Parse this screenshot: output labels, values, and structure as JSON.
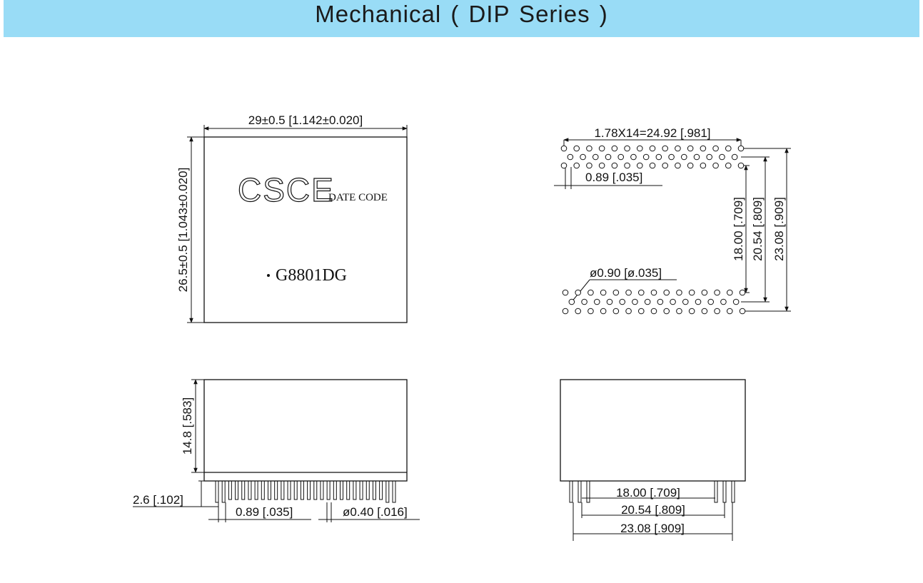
{
  "header": {
    "title": "Mechanical ( DIP  Series )",
    "background": "#99dcf6"
  },
  "top_view": {
    "width_dim": "29±0.5 [1.142±0.020]",
    "height_dim": "26.5±0.5 [1.043±0.020]",
    "brand": "CSCE",
    "date_code": "DATE CODE",
    "part_number": "G8801DG"
  },
  "pin_view": {
    "pitch_total": "1.78X14=24.92 [.981]",
    "row_offset": "0.89 [.035]",
    "hole_diameter": "ø0.90 [ø.035]",
    "row_spacing_1": "18.00 [.709]",
    "row_spacing_2": "20.54 [.809]",
    "row_spacing_3": "23.08 [.909]"
  },
  "side_view": {
    "height_dim": "14.8 [.583]",
    "standoff": "2.6 [.102]",
    "pin_offset": "0.89 [.035]",
    "pin_diameter": "ø0.40 [.016]"
  },
  "end_view": {
    "dim_1": "18.00 [.709]",
    "dim_2": "20.54 [.809]",
    "dim_3": "23.08 [.909]"
  }
}
